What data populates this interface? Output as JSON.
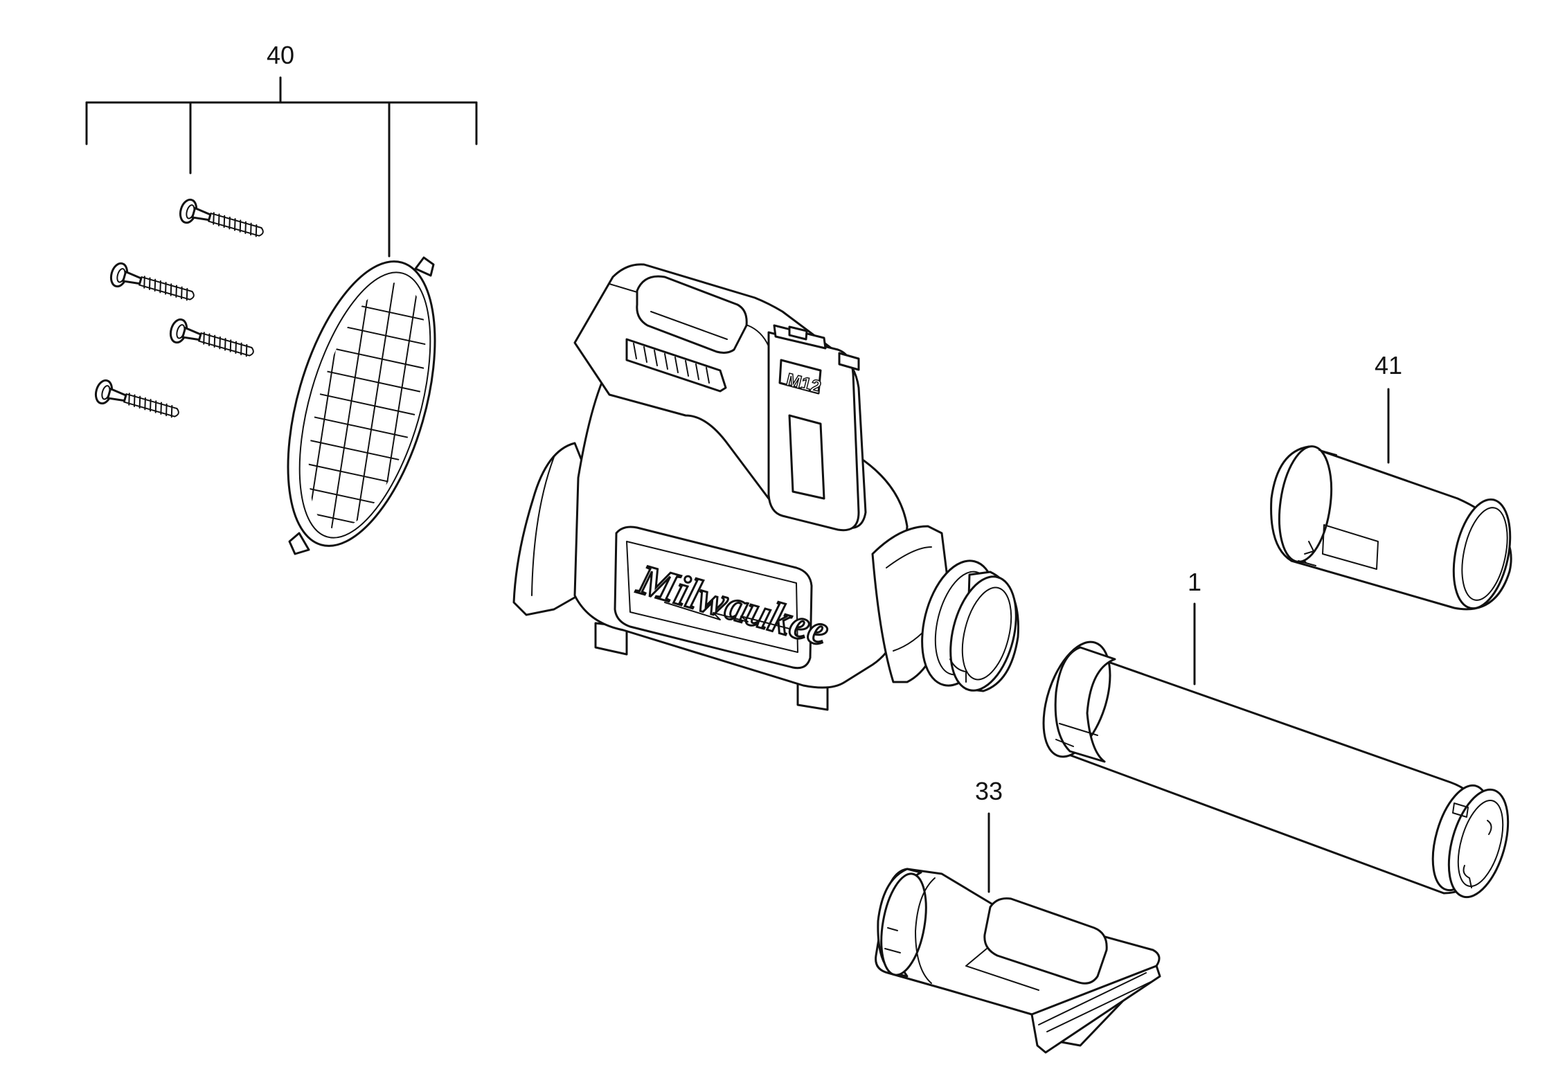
{
  "callouts": {
    "grille_kit": "40",
    "long_nozzle": "41",
    "extension_tube": "1",
    "flat_nozzle": "33"
  },
  "brand_logo": "Milwaukee",
  "battery_label": "M12"
}
